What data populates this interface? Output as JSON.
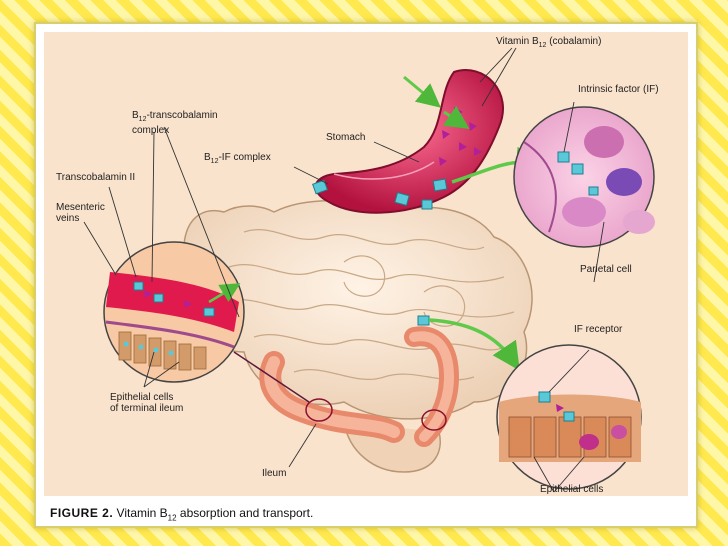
{
  "caption": {
    "figure_label": "FIGURE 2.",
    "text_before": "Vitamin B",
    "subscript": "12",
    "text_after": " absorption and transport."
  },
  "labels": {
    "vitamin_b12_pre": "Vitamin B",
    "vitamin_b12_sub": "12",
    "vitamin_b12_post": " (cobalamin)",
    "intrinsic_factor": "Intrinsic factor (IF)",
    "stomach": "Stomach",
    "b12_tc_line1_pre": "B",
    "b12_tc_line1_sub": "12",
    "b12_tc_line1_post": "-transcobalamin",
    "b12_tc_line2": "complex",
    "b12_if_pre": "B",
    "b12_if_sub": "12",
    "b12_if_post": "-IF complex",
    "transcobalamin_ii": "Transcobalamin II",
    "mesenteric_line1": "Mesenteric",
    "mesenteric_line2": "veins",
    "parietal_cell": "Parietal cell",
    "if_receptor": "IF receptor",
    "epithelial_terminal_line1": "Epithelial cells",
    "epithelial_terminal_line2": "of terminal ileum",
    "ileum": "Ileum",
    "epithelial_cells": "Epithelial cells"
  },
  "colors": {
    "background_stripe_a": "#ffe94f",
    "background_stripe_b": "#fff7a8",
    "figure_bg": "#fae3cc",
    "stomach_red": "#c9184a",
    "complex_cyan": "#5bc8d8",
    "arrow_green": "#5fc94a",
    "b12_magenta": "#b0209a"
  }
}
